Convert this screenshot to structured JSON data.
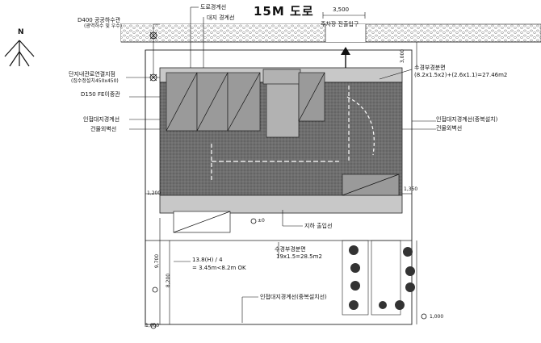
{
  "road_title": "15M 도로",
  "north_label": "N",
  "dim_entrance_width": "3,500",
  "labels": {
    "boundary_line": "도로경계선",
    "sewer_pipe": "D400 공공하수관",
    "sewer_pipe_sub": "(광역하수 및 우수)",
    "lot_line": "대지 경계선",
    "parking_entrance": "주차장 진출입구",
    "inlet": "단지내관로연결지점",
    "inlet_sub": "(집수정설치450x450)",
    "fe_pipe": "D150 FE이중관",
    "adj_boundary": "인접대지경계선",
    "building_line": "건물외벽선",
    "green_area_top": "수경부경분면",
    "green_area_top_calc": "(8.2x1.5x2)+(2.6x1.1)=27.46m2",
    "adj_boundary_right": "인접대지경계선(중복설치)",
    "building_line_right": "건물외벽선",
    "ramp_label": "지하 출입선",
    "green_area_bottom": "수경부경분면",
    "green_area_bottom_calc": "19x1.5=28.5m2",
    "setback_formula": "13.8(H) / 4",
    "setback_result": "= 3.45m<8.2m OK",
    "adj_boundary_bottom": "인접대지경계선(중복설치선)"
  },
  "dims": {
    "left_offset": "1,200",
    "right_offset": "1,350",
    "vertical_left": "9,700",
    "vertical_left_inner": "8,200",
    "right_top": "3,000",
    "right_bottom": "1,000",
    "bottom_left": "1,000",
    "level_mark": "±0"
  }
}
